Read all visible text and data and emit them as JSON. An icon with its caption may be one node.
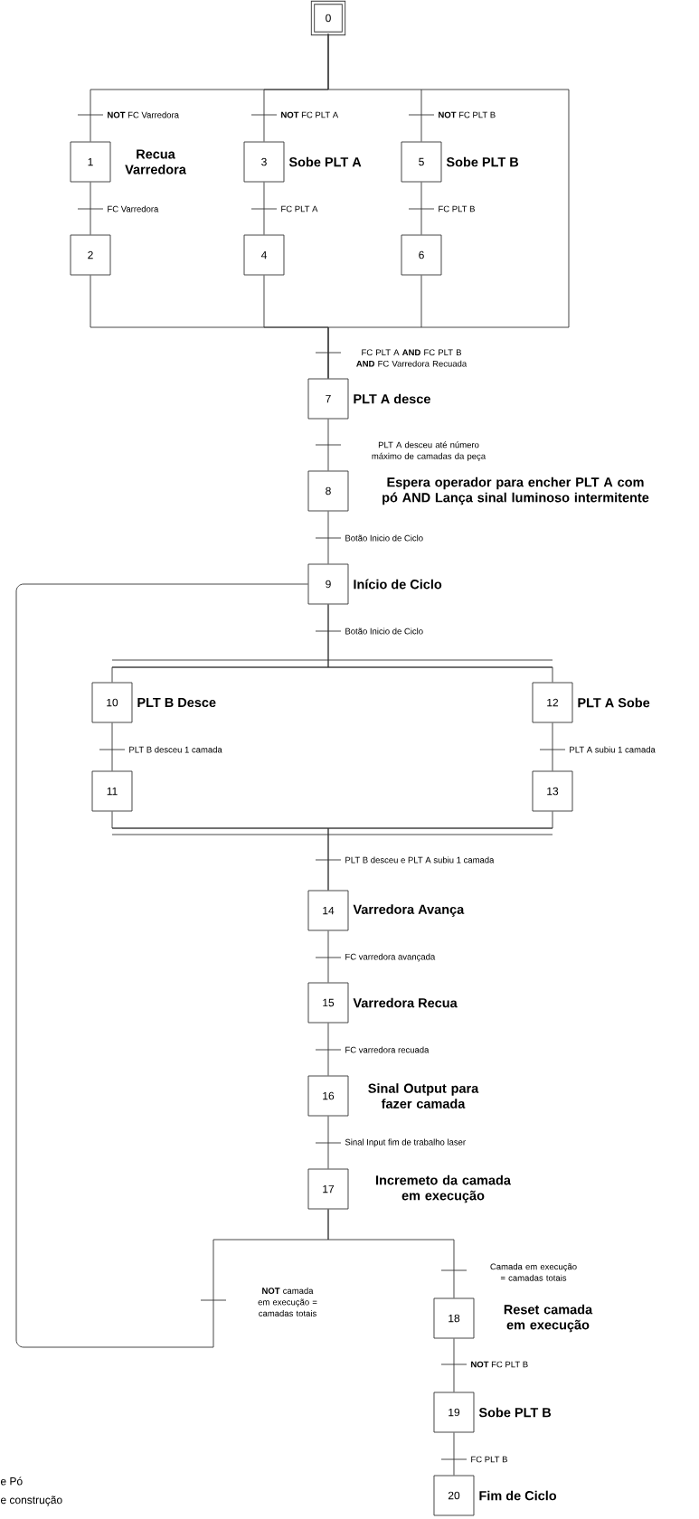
{
  "diagram": {
    "nodes": [
      {
        "text": [
          "0"
        ]
      },
      {
        "text": [
          "1"
        ],
        "beside": [
          "Recua Varredora"
        ]
      },
      {
        "text": [
          "2"
        ]
      },
      {
        "text": [
          "3"
        ],
        "beside": [
          "Sobe PLT A"
        ]
      },
      {
        "text": [
          "4"
        ]
      },
      {
        "text": [
          "5"
        ],
        "beside": [
          "Sobe PLT B"
        ]
      },
      {
        "text": [
          "6"
        ]
      },
      {
        "text": [
          "7"
        ],
        "beside": [
          "PLT A desce"
        ]
      },
      {
        "text": [
          "8"
        ],
        "beside": [
          "Espera operador para encher PLT A com pó AND Lança sinal luminoso intermitente"
        ]
      },
      {
        "text": [
          "9"
        ],
        "beside": [
          "Início de Ciclo"
        ]
      },
      {
        "text": [
          "10"
        ],
        "beside": [
          "PLT B Desce"
        ]
      },
      {
        "text": [
          "11"
        ]
      },
      {
        "text": [
          "12"
        ],
        "beside": [
          "PLT A Sobe"
        ]
      },
      {
        "text": [
          "13"
        ]
      },
      {
        "text": [
          "14"
        ],
        "beside": [
          "Varredora Avança"
        ]
      },
      {
        "text": [
          "15"
        ],
        "beside": [
          "Varredora Recua"
        ]
      },
      {
        "text": [
          "16"
        ],
        "beside": [
          "Sinal Output para fazer camada"
        ]
      },
      {
        "text": [
          "17"
        ],
        "beside": [
          "Incremeto da camada em execução"
        ]
      },
      {
        "text": [
          "18"
        ],
        "beside": [
          "Reset camada em execução"
        ]
      },
      {
        "text": [
          "19"
        ],
        "beside": [
          "Sobe PLT B"
        ]
      },
      {
        "text": [
          "20"
        ],
        "beside": [
          "Fim de Ciclo"
        ]
      }
    ],
    "edges": [
      {
        "from": 0,
        "to": 1,
        "arrow": "none",
        "label": "**NOT** FC Varredora"
      },
      {
        "from": 0,
        "to": 3,
        "arrow": "none",
        "label": "**NOT** FC PLT A"
      },
      {
        "from": 0,
        "to": 5,
        "arrow": "none",
        "label": "**NOT** FC PLT B"
      },
      {
        "from": 1,
        "to": 2,
        "arrow": "none",
        "label": "FC Varredora"
      },
      {
        "from": 3,
        "to": 4,
        "arrow": "none",
        "label": "FC PLT A"
      },
      {
        "from": 5,
        "to": 6,
        "arrow": "none",
        "label": "FC PLT B"
      },
      {
        "from": 2,
        "to": 7,
        "arrow": "none"
      },
      {
        "from": 4,
        "to": 7,
        "arrow": "none",
        "label": "FC PLT A **AND** FC PLT B **AND** FC Varredora Recuada"
      },
      {
        "from": 6,
        "to": 7,
        "arrow": "none"
      },
      {
        "from": 7,
        "to": 8,
        "arrow": "none",
        "label": "PLT A desceu até número máximo de camadas da peça"
      },
      {
        "from": 8,
        "to": 9,
        "arrow": "none",
        "label": "Botão Inicio de Ciclo"
      },
      {
        "from": 9,
        "to": 10,
        "arrow": "none",
        "label": "Botão Inicio de Ciclo"
      },
      {
        "from": 9,
        "to": 12,
        "arrow": "none"
      },
      {
        "from": 10,
        "to": 11,
        "arrow": "none",
        "label": "PLT B desceu 1 camada"
      },
      {
        "from": 12,
        "to": 13,
        "arrow": "none",
        "label": "PLT A subiu 1 camada"
      },
      {
        "from": 11,
        "to": 14,
        "arrow": "none",
        "label": "PLT B desceu e PLT A subiu 1 camada"
      },
      {
        "from": 13,
        "to": 14,
        "arrow": "none"
      },
      {
        "from": 14,
        "to": 15,
        "arrow": "none",
        "label": "FC varredora avançada"
      },
      {
        "from": 15,
        "to": 16,
        "arrow": "none",
        "label": "FC varredora recuada"
      },
      {
        "from": 16,
        "to": 17,
        "arrow": "none",
        "label": "Sinal Input fim de trabalho laser"
      },
      {
        "from": 17,
        "to": 18,
        "arrow": "none",
        "label": "Camada em execução = camadas totais"
      },
      {
        "from": 17,
        "to": 9,
        "arrow": "none",
        "label": "**NOT** camada em execução = camadas totais"
      },
      {
        "from": 18,
        "to": 19,
        "arrow": "none",
        "label": "**NOT** FC PLT B"
      },
      {
        "from": 19,
        "to": 20,
        "arrow": "none",
        "label": "FC PLT B"
      }
    ],
    "labels": [
      "e Pó",
      "e construção"
    ]
  }
}
